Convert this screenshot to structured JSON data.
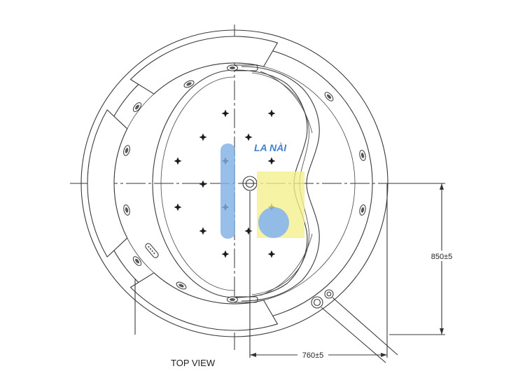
{
  "drawing": {
    "title": "TOP VIEW",
    "dim_vertical": "850±5",
    "dim_horizontal": "760±5"
  },
  "watermark": {
    "text": "LA NÀI",
    "blue": "#7fb0e6",
    "yellow": "#f4f08a",
    "text_color": "#2f73c9"
  },
  "colors": {
    "line": "#3a3a3a",
    "background": "#ffffff"
  }
}
